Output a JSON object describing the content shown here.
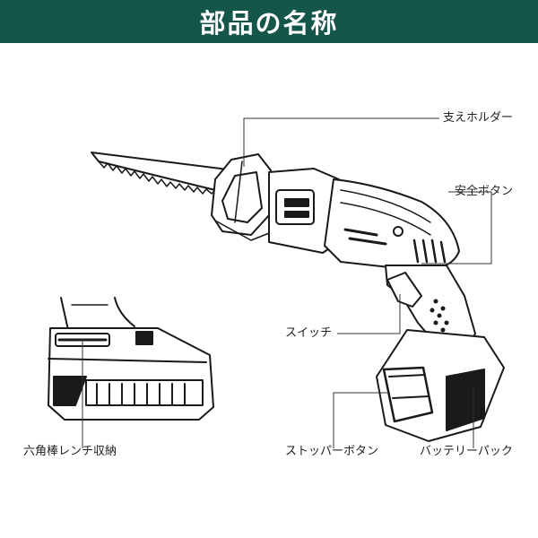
{
  "header": {
    "title": "部品の名称",
    "background_color": "#15564a"
  },
  "parts": {
    "blade_holder": "支えホルダー",
    "safety_button": "安全ボタン",
    "switch": "スイッチ",
    "hex_wrench_storage": "六角棒レンチ収納",
    "stopper_button": "ストッパーボタン",
    "battery_pack": "バッテリーパック"
  },
  "colors": {
    "line": "#333333",
    "ink": "#1a1a1a"
  }
}
